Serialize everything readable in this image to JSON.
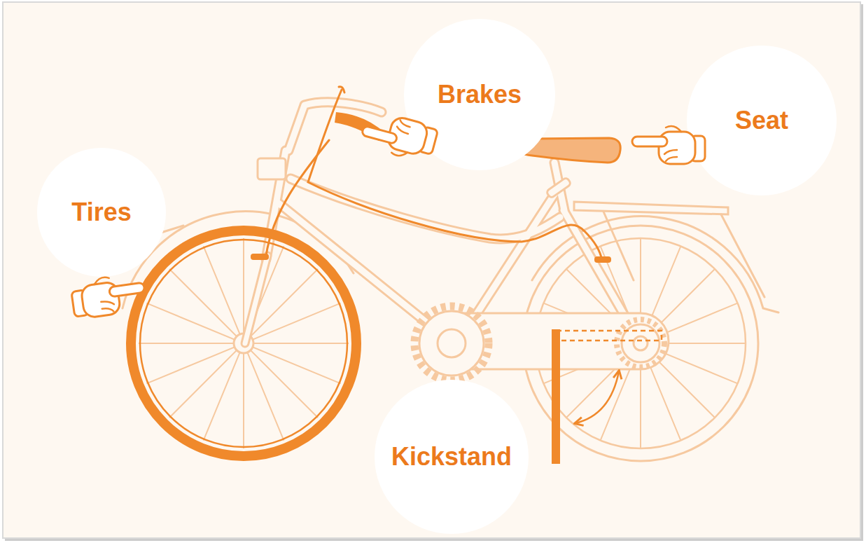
{
  "diagram": {
    "nodes": [
      {
        "text": [
          "Brakes"
        ]
      },
      {
        "text": [
          "Seat"
        ]
      },
      {
        "text": [
          "Tires"
        ]
      },
      {
        "text": [
          "Kickstand"
        ]
      }
    ]
  }
}
